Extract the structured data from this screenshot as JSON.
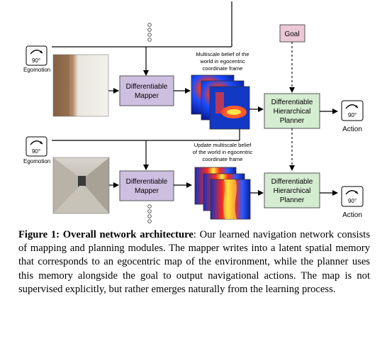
{
  "diagram": {
    "egomotion_label": "Egomotion",
    "rotation_label": "90°",
    "mapper_label": [
      "Differentiable",
      "Mapper"
    ],
    "planner_label": [
      "Differentiable",
      "Hierarchical",
      "Planner"
    ],
    "goal_label": "Goal",
    "action_label": "Action",
    "belief_top_label": [
      "Multiscale belief of the",
      "world in egocentric",
      "coordinate frame"
    ],
    "belief_bottom_label": [
      "Update multiscale belief",
      "of the world in egocentric",
      "coordinate frame"
    ],
    "colors": {
      "mapper_fill": "#cdbfe0",
      "planner_fill": "#d4ecd0",
      "goal_fill": "#ecc8d6",
      "box_stroke": "#555555"
    }
  },
  "caption": {
    "title": "Figure 1: Overall network architecture",
    "body": ": Our learned navigation network consists of mapping and planning modules. The mapper writes into a latent spatial memory that corresponds to an egocentric map of the environment, while the planner uses this memory alongside the goal to output navigational actions. The map is not supervised explicitly, but rather emerges naturally from the learning process."
  }
}
